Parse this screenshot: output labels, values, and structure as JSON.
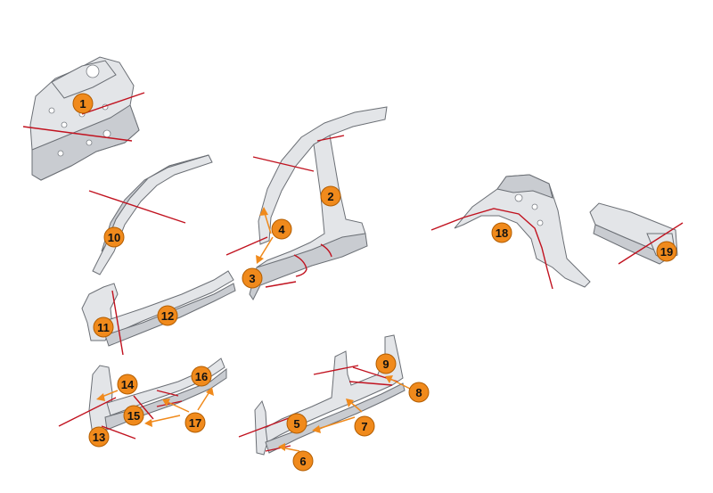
{
  "colors": {
    "badge_fill": "#f08a1c",
    "badge_stroke": "#b35d00",
    "cut_line": "#c1121f",
    "part_fill": "#e3e5e8",
    "part_stroke": "#6b6f75"
  },
  "callouts": {
    "c1": "1",
    "c2": "2",
    "c3": "3",
    "c4": "4",
    "c5": "5",
    "c6": "6",
    "c7": "7",
    "c8": "8",
    "c9": "9",
    "c10": "10",
    "c11": "11",
    "c12": "12",
    "c13": "13",
    "c14": "14",
    "c15": "15",
    "c16": "16",
    "c17": "17",
    "c18": "18",
    "c19": "19"
  }
}
